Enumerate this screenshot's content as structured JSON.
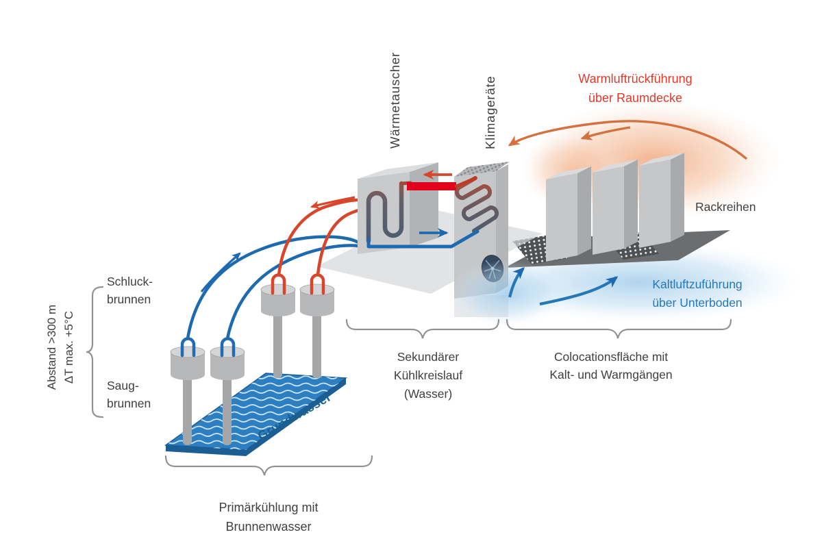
{
  "diagram": {
    "equipment": {
      "heat_exchanger": "Wärmetauscher",
      "ac_units": "Klimageräte",
      "rack_rows": "Rackreihen"
    },
    "airflow": {
      "warm_air_line1": "Warmluftrückführung",
      "warm_air_line2": "über Raumdecke",
      "cold_air_line1": "Kaltluftzuführung",
      "cold_air_line2": "über Unterboden"
    },
    "wells": {
      "injection_line1": "Schluck-",
      "injection_line2": "brunnen",
      "suction_line1": "Saug-",
      "suction_line2": "brunnen",
      "distance": "Abstand >300 m",
      "delta_t": "ΔT max. +5°C",
      "groundwater": "Grundwasser"
    },
    "sections": {
      "primary_line1": "Primärkühlung mit",
      "primary_line2": "Brunnenwasser",
      "secondary_line1": "Sekundärer",
      "secondary_line2": "Kühlkreislauf",
      "secondary_line3": "(Wasser)",
      "colocation_line1": "Colocationsfläche mit",
      "colocation_line2": "Kalt- und Warmgängen"
    },
    "colors": {
      "warm_text": "#e0392b",
      "cold_text": "#2578b6",
      "label_text": "#3f3f3f",
      "groundwater_text": "#19618e",
      "pipe_warm": "#d7462b",
      "pipe_cold": "#1e6ab0",
      "pipe_hot": "#e2001a",
      "warm_air_arrow": "#d4713e",
      "groundwater_fill": "#2e7ec2"
    }
  }
}
